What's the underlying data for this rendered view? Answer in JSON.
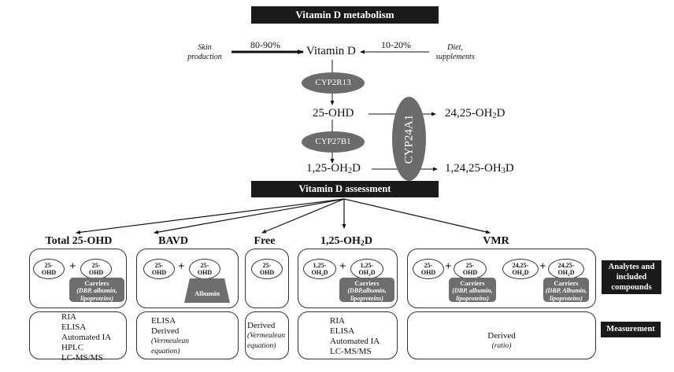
{
  "metabolism": {
    "title": "Vitamin D metabolism",
    "sources": {
      "skin": {
        "label_line1": "Skin",
        "label_line2": "production",
        "percent": "80-90%"
      },
      "diet": {
        "label_line1": "Diet,",
        "label_line2": "supplements",
        "percent": "10-20%"
      }
    },
    "nodes": {
      "vitamin_d": "Vitamin D",
      "ohd_25": "25-OHD",
      "ohd_24_25_pre": "24,25-OH",
      "ohd_24_25_sub": "2",
      "ohd_24_25_post": "D",
      "ohd_1_25_pre": "1,25-OH",
      "ohd_1_25_sub": "2",
      "ohd_1_25_post": "D",
      "ohd_1_24_25_pre": "1,24,25-OH",
      "ohd_1_24_25_sub": "3",
      "ohd_1_24_25_post": "D"
    },
    "enzymes": {
      "cyp2r1": "CYP2R13",
      "cyp27b1": "CYP27B1",
      "cyp24a1": "CYP24A1"
    }
  },
  "assessment": {
    "title": "Vitamin D assessment",
    "row_labels": {
      "analytes": [
        "Analytes and",
        "included",
        "compounds"
      ],
      "measurement": "Measurement"
    },
    "categories": {
      "total": {
        "title": "Total 25-OHD",
        "analyte_a": [
          "25-",
          "OHD"
        ],
        "analyte_b": [
          "25-",
          "OHD"
        ],
        "carrier_title": "Carriers",
        "carrier_sub": [
          "(DBP, albumin,",
          "lipoproteins)"
        ],
        "methods": [
          "RIA",
          "ELISA",
          "Automated IA",
          "HPLC",
          "LC-MS/MS"
        ]
      },
      "bavd": {
        "title": "BAVD",
        "analyte_a": [
          "25-",
          "OHD"
        ],
        "analyte_b": [
          "25-",
          "OHD"
        ],
        "carrier_title": "Albumin",
        "methods": [
          "ELISA",
          "Derived"
        ],
        "methods_italic": [
          "(Vermeulean",
          "equation)"
        ]
      },
      "free": {
        "title": "Free",
        "analyte_a": [
          "25-",
          "OHD"
        ],
        "methods": [
          "Derived"
        ],
        "methods_italic": [
          "(Vermeulean",
          "equation)"
        ]
      },
      "dihydroxy": {
        "title_pre": "1,25-OH",
        "title_sub": "2",
        "title_post": "D",
        "analyte_a": [
          "1,25-",
          "OH",
          "2",
          "D"
        ],
        "analyte_b": [
          "1,25-",
          "OH",
          "2",
          "D"
        ],
        "carrier_title": "Carriers",
        "carrier_sub": [
          "(DBP,albumin,",
          "lipoproteins)"
        ],
        "methods": [
          "RIA",
          "ELISA",
          "Automated IA",
          "LC-MS/MS"
        ]
      },
      "vmr": {
        "title": "VMR",
        "analyte_a": [
          "25-",
          "OHD"
        ],
        "analyte_b": [
          "25-",
          "OHD"
        ],
        "carrier1_title": "Carriers",
        "carrier1_sub": [
          "(DBP, albumin,",
          "lipoproteins)"
        ],
        "analyte_c": [
          "24,25-",
          "OH",
          "2",
          "D"
        ],
        "analyte_d": [
          "24,25-",
          "OH",
          "2",
          "D"
        ],
        "carrier2_title": "Carriers",
        "carrier2_sub": [
          "(DBP, Albumin,",
          "lipoproteins)"
        ],
        "methods": [
          "Derived"
        ],
        "methods_italic": [
          "(ratio)"
        ]
      }
    },
    "plus_sign": "+"
  }
}
